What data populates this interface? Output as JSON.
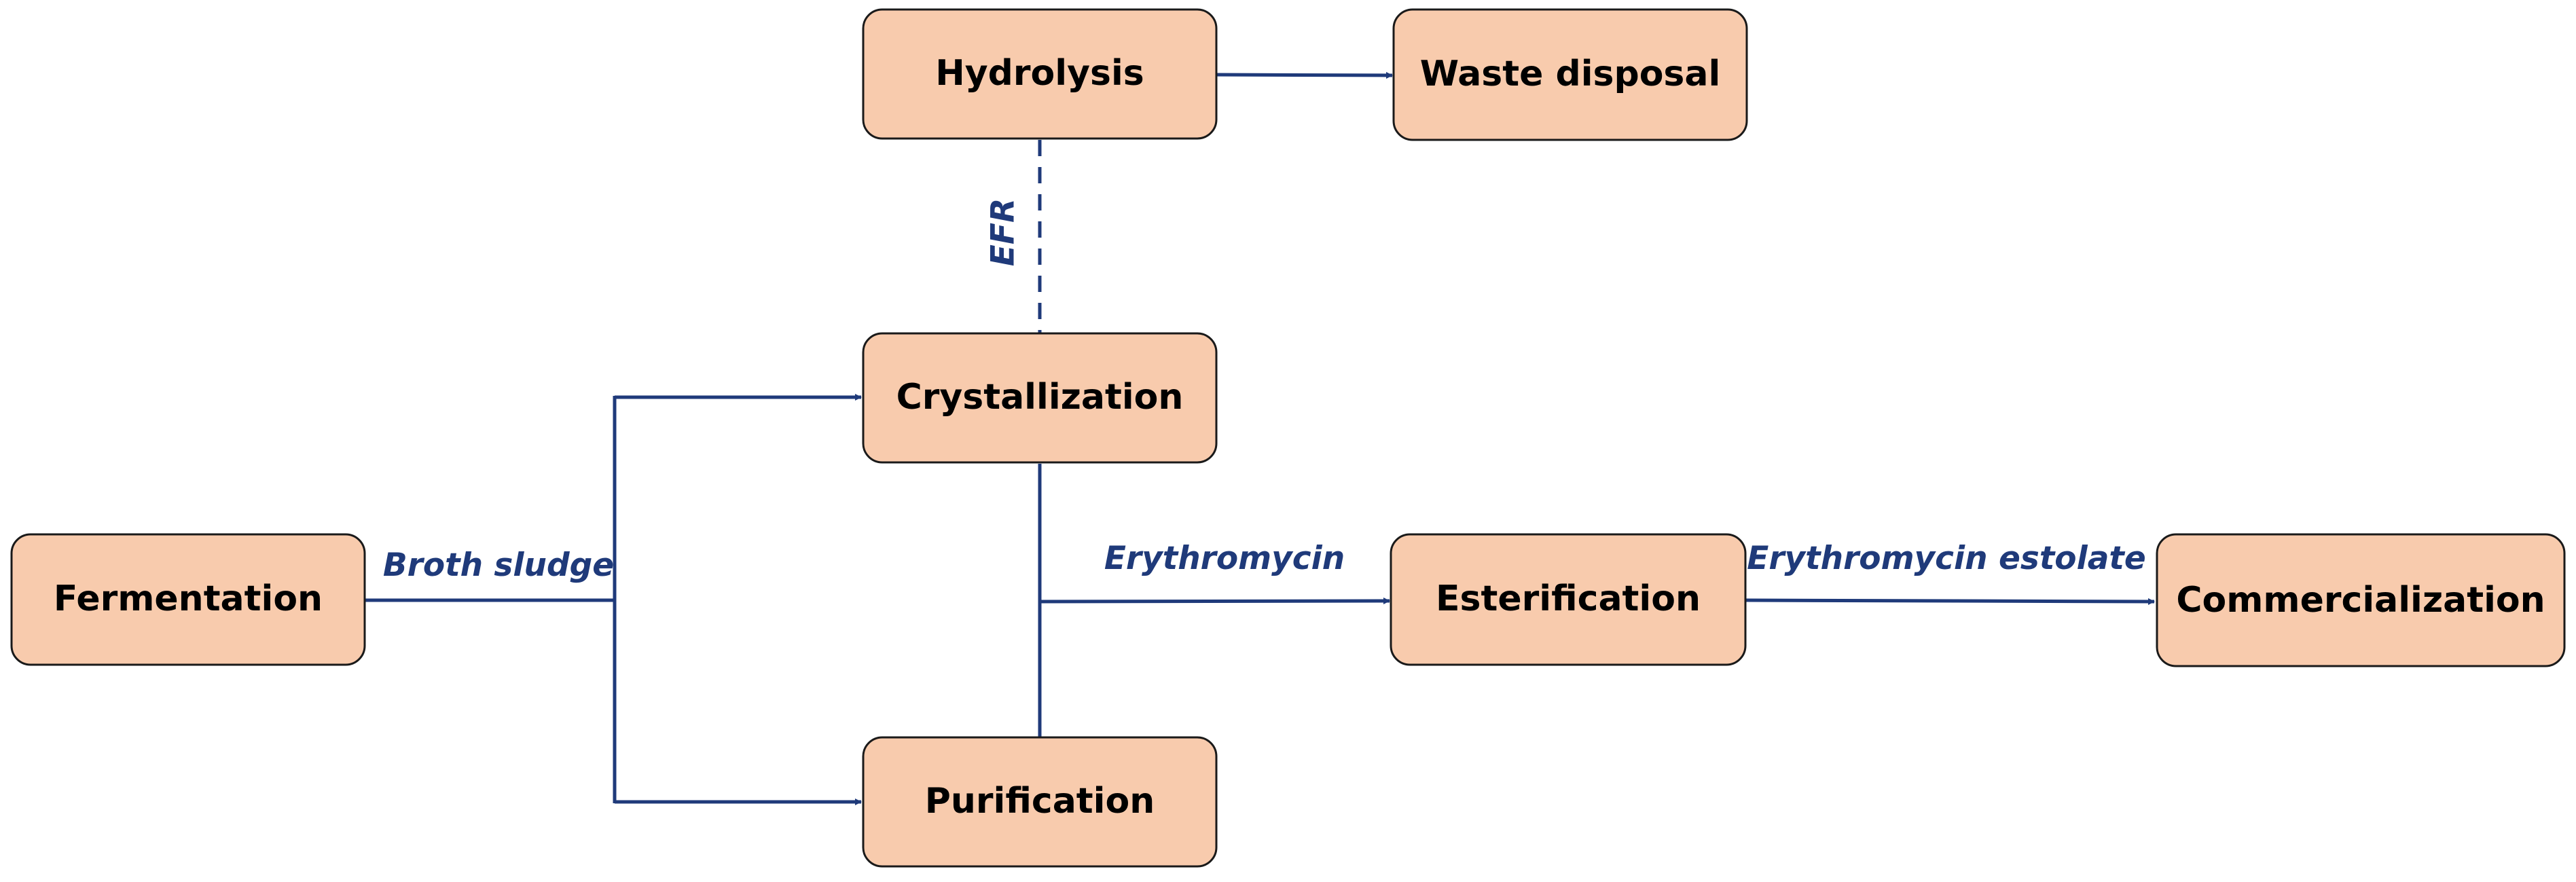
{
  "diagram": {
    "nodes": {
      "hydrolysis": "Hydrolysis",
      "waste_disposal": "Waste disposal",
      "crystallization": "Crystallization",
      "fermentation": "Fermentation",
      "esterification": "Esterification",
      "commercialization": "Commercialization",
      "purification": "Purification"
    },
    "edge_labels": {
      "efr": "EFR",
      "broth_sludge": "Broth sludge",
      "erythromycin": "Erythromycin",
      "erythromycin_estolate": "Erythromycin estolate"
    },
    "colors": {
      "box_fill": "#F8CBAD",
      "box_border": "#1a1a1a",
      "connector": "#1F3A7A",
      "label": "#1F3A7A"
    }
  }
}
